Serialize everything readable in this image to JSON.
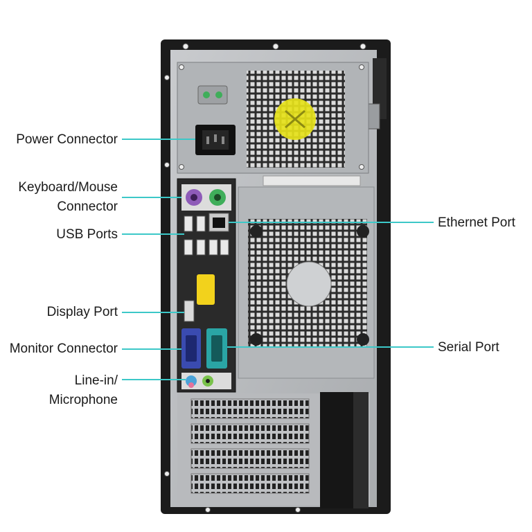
{
  "labels": {
    "power_connector": "Power Connector",
    "keyboard_mouse_line1": "Keyboard/Mouse",
    "keyboard_mouse_line2": "Connector",
    "usb_ports": "USB Ports",
    "display_port": "Display Port",
    "monitor_connector": "Monitor Connector",
    "line_in_line1": "Line-in/",
    "line_in_line2": "Microphone",
    "ethernet_port": "Ethernet Port",
    "serial_port": "Serial Port"
  },
  "colors": {
    "leader_line": "#3cc8c8",
    "chassis_frame": "#1a1a1a",
    "chassis_metal": "#b8babd",
    "io_panel": "#2a2a2a",
    "fan_sticker": "#e6e21a",
    "vga_port": "#3a4bb0",
    "serial_port": "#2aa5a5",
    "ps2_keyboard": "#8e5bb8",
    "ps2_mouse": "#3fae5a",
    "audio_line_in": "#4aa3d8",
    "audio_mic": "#e5739a",
    "audio_out": "#79c24b",
    "display_port_sticker": "#f2d21c"
  }
}
